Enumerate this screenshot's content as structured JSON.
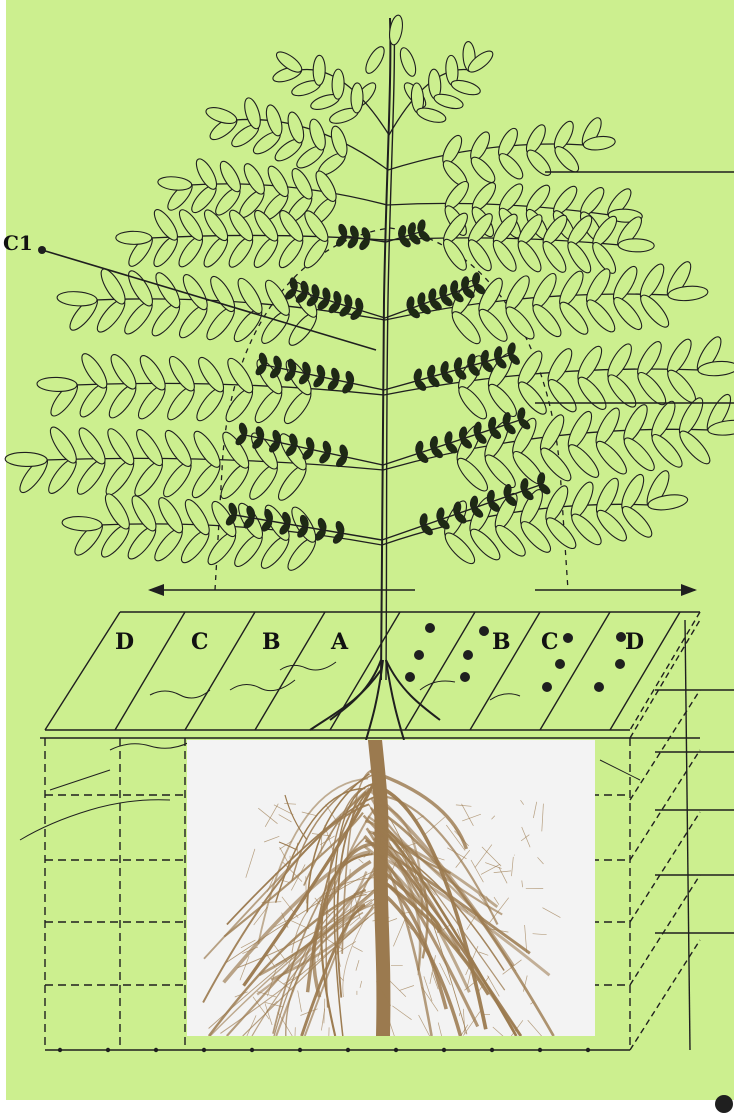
{
  "diagram": {
    "background_color": "#ccef8f",
    "frame_color": "#ffffff",
    "line_color": "#1f1f1f",
    "dark_leaf_color": "#1e2a14",
    "root_photo_background": "#f3f3f3",
    "root_color": "#9b7a4f",
    "point_label": "C1",
    "zones_left": [
      "D",
      "C",
      "B",
      "A"
    ],
    "zones_right": [
      "B",
      "C",
      "D"
    ]
  }
}
